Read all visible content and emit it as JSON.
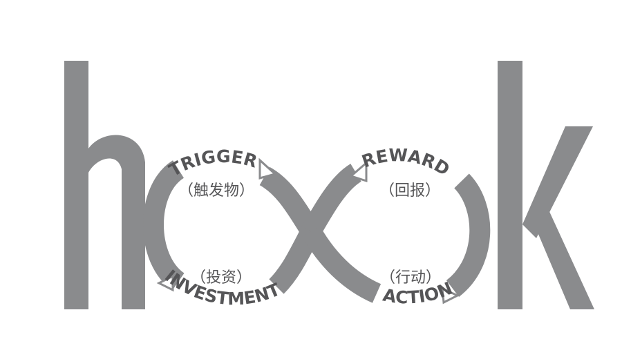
{
  "diagram": {
    "title_word": "hook",
    "colors": {
      "gray": "#8a8b8d",
      "text": "#555557",
      "background": "#ffffff"
    },
    "phases": {
      "trigger": {
        "label": "TRIGGER",
        "cn": "（触发物）"
      },
      "action": {
        "label": "ACTION",
        "cn": "（行动）"
      },
      "reward": {
        "label": "REWARD",
        "cn": "（回报）"
      },
      "investment": {
        "label": "INVESTMENT",
        "cn": "（投资）"
      }
    }
  }
}
